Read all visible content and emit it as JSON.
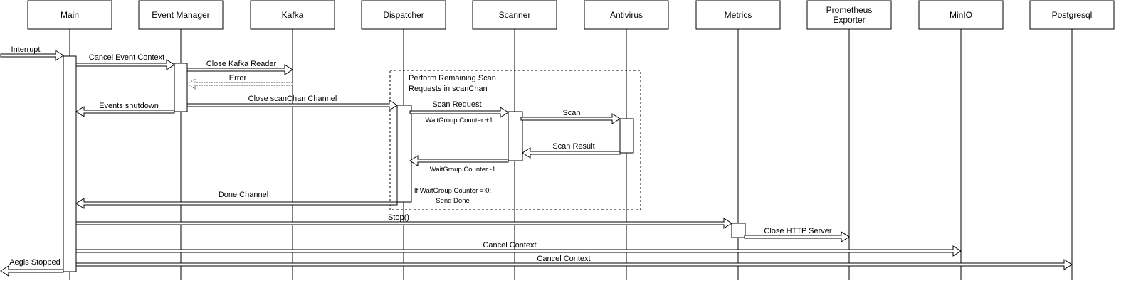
{
  "participants": [
    {
      "id": "main",
      "label": "Main"
    },
    {
      "id": "event_manager",
      "label": "Event Manager"
    },
    {
      "id": "kafka",
      "label": "Kafka"
    },
    {
      "id": "dispatcher",
      "label": "Dispatcher"
    },
    {
      "id": "scanner",
      "label": "Scanner"
    },
    {
      "id": "antivirus",
      "label": "Antivirus"
    },
    {
      "id": "metrics",
      "label": "Metrics"
    },
    {
      "id": "prometheus_exporter",
      "label": "Prometheus\nExporter"
    },
    {
      "id": "minio",
      "label": "MinIO"
    },
    {
      "id": "postgresql",
      "label": "Postgresql"
    }
  ],
  "frame": {
    "label": "Perform Remaining Scan\nRequests in scanChan"
  },
  "messages": [
    {
      "id": "interrupt",
      "from": "external",
      "to": "main",
      "label": "Interrupt",
      "style": "solid"
    },
    {
      "id": "cancel_event_context",
      "from": "main",
      "to": "event_manager",
      "label": "Cancel Event Context",
      "style": "solid"
    },
    {
      "id": "close_kafka_reader",
      "from": "event_manager",
      "to": "kafka",
      "label": "Close Kafka Reader",
      "style": "solid"
    },
    {
      "id": "error",
      "from": "kafka",
      "to": "event_manager",
      "label": "Error",
      "style": "dashed"
    },
    {
      "id": "close_scanchan",
      "from": "event_manager",
      "to": "dispatcher",
      "label": "Close scanChan Channel",
      "style": "solid"
    },
    {
      "id": "events_shutdown",
      "from": "event_manager",
      "to": "main",
      "label": "Events shutdown",
      "style": "solid"
    },
    {
      "id": "scan_request",
      "from": "dispatcher",
      "to": "scanner",
      "label": "Scan Request",
      "sublabel": "WaitGroup Counter +1",
      "style": "solid"
    },
    {
      "id": "scan",
      "from": "scanner",
      "to": "antivirus",
      "label": "Scan",
      "style": "solid"
    },
    {
      "id": "scan_result",
      "from": "antivirus",
      "to": "scanner",
      "label": "Scan Result",
      "style": "solid"
    },
    {
      "id": "waitgroup_minus",
      "from": "scanner",
      "to": "dispatcher",
      "sublabel": "WaitGroup Counter -1",
      "style": "solid"
    },
    {
      "id": "done_channel",
      "from": "dispatcher",
      "to": "main",
      "label": "Done Channel",
      "style": "solid"
    },
    {
      "id": "stop",
      "from": "main",
      "to": "metrics",
      "label": "Stop()",
      "style": "solid"
    },
    {
      "id": "close_http_server",
      "from": "metrics",
      "to": "prometheus_exporter",
      "label": "Close HTTP Server",
      "style": "solid"
    },
    {
      "id": "cancel_context_minio",
      "from": "main",
      "to": "minio",
      "label": "Cancel Context",
      "style": "solid"
    },
    {
      "id": "cancel_context_pg",
      "from": "main",
      "to": "postgresql",
      "label": "Cancel Context",
      "style": "solid"
    },
    {
      "id": "aegis_stopped",
      "from": "main",
      "to": "external",
      "label": "Aegis Stopped",
      "style": "solid"
    }
  ],
  "notes": {
    "send_done": "If WaitGroup Counter = 0;\nSend Done"
  }
}
